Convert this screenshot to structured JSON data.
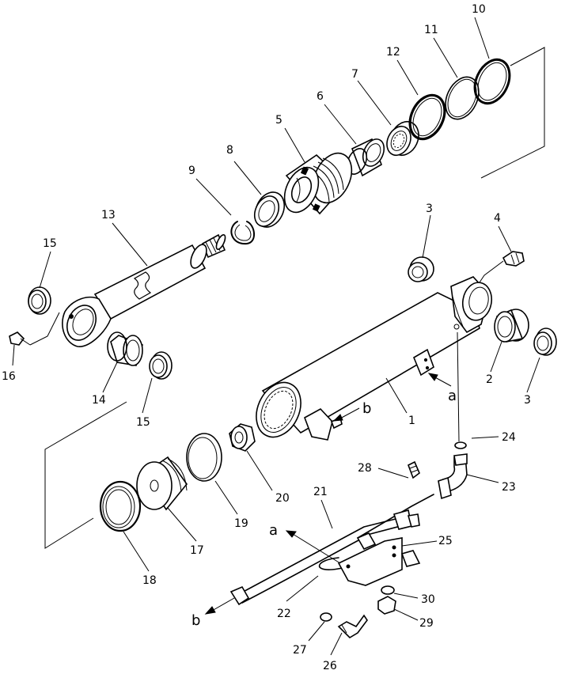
{
  "callouts": [
    {
      "id": "1",
      "label": "1"
    },
    {
      "id": "2",
      "label": "2"
    },
    {
      "id": "3a",
      "label": "3"
    },
    {
      "id": "3b",
      "label": "3"
    },
    {
      "id": "4",
      "label": "4"
    },
    {
      "id": "5",
      "label": "5"
    },
    {
      "id": "6",
      "label": "6"
    },
    {
      "id": "7",
      "label": "7"
    },
    {
      "id": "8",
      "label": "8"
    },
    {
      "id": "9",
      "label": "9"
    },
    {
      "id": "10",
      "label": "10"
    },
    {
      "id": "11",
      "label": "11"
    },
    {
      "id": "12",
      "label": "12"
    },
    {
      "id": "13",
      "label": "13"
    },
    {
      "id": "14",
      "label": "14"
    },
    {
      "id": "15a",
      "label": "15"
    },
    {
      "id": "15b",
      "label": "15"
    },
    {
      "id": "16",
      "label": "16"
    },
    {
      "id": "17",
      "label": "17"
    },
    {
      "id": "18",
      "label": "18"
    },
    {
      "id": "19",
      "label": "19"
    },
    {
      "id": "20",
      "label": "20"
    },
    {
      "id": "21",
      "label": "21"
    },
    {
      "id": "22",
      "label": "22"
    },
    {
      "id": "23",
      "label": "23"
    },
    {
      "id": "24",
      "label": "24"
    },
    {
      "id": "25",
      "label": "25"
    },
    {
      "id": "26",
      "label": "26"
    },
    {
      "id": "27",
      "label": "27"
    },
    {
      "id": "28",
      "label": "28"
    },
    {
      "id": "29",
      "label": "29"
    },
    {
      "id": "30",
      "label": "30"
    }
  ],
  "port_markers": [
    {
      "id": "a1",
      "label": "a"
    },
    {
      "id": "b1",
      "label": "b"
    },
    {
      "id": "a2",
      "label": "a"
    },
    {
      "id": "b2",
      "label": "b"
    }
  ]
}
